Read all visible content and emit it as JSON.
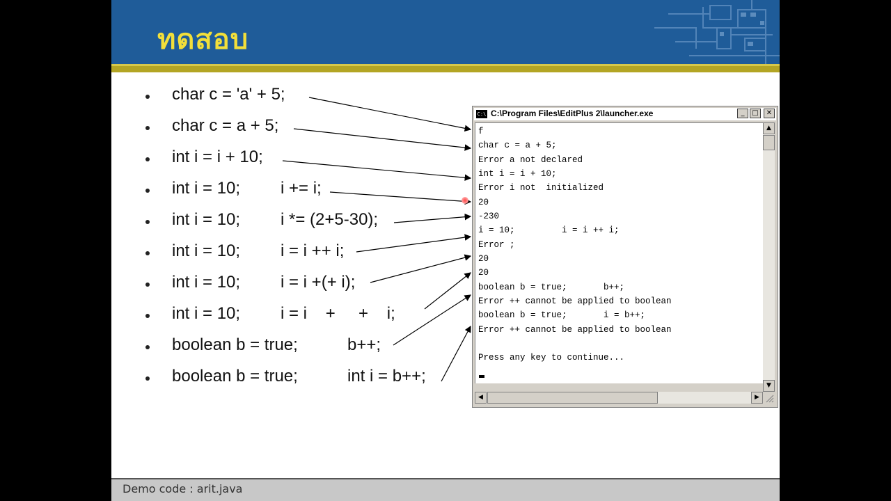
{
  "slide": {
    "title": "ทดสอบ",
    "footer": "Demo code : arit.java"
  },
  "bullets": [
    {
      "left": "char c = 'a' + 5;",
      "right": ""
    },
    {
      "left": "char c = a + 5;",
      "right": ""
    },
    {
      "left": "int i = i + 10;",
      "right": ""
    },
    {
      "left": "int i = 10;",
      "right": "i += i;"
    },
    {
      "left": "int i = 10;",
      "right": "i *= (2+5-30);"
    },
    {
      "left": "int i = 10;",
      "right": "i = i ++ i;"
    },
    {
      "left": "int i = 10;",
      "right": "i = i +(+ i);"
    },
    {
      "left": "int i = 10;",
      "right": "i = i    +     +    i;"
    },
    {
      "left": "boolean b = true;",
      "right": "b++;"
    },
    {
      "left": "boolean b = true;",
      "right": "int i = b++;"
    }
  ],
  "console": {
    "title": "C:\\Program Files\\EditPlus 2\\launcher.exe",
    "icon_label": "C:\\",
    "buttons": {
      "minimize": "_",
      "maximize": "□",
      "close": "✕"
    },
    "lines": [
      "f",
      "char c = a + 5;",
      "Error a not declared",
      "int i = i + 10;",
      "Error i not  initialized",
      "20",
      "-230",
      "i = 10;         i = i ++ i;",
      "Error ;",
      "20",
      "20",
      "boolean b = true;       b++;",
      "Error ++ cannot be applied to boolean",
      "boolean b = true;       i = b++;",
      "Error ++ cannot be applied to boolean",
      "",
      "Press any key to continue..."
    ]
  },
  "icons": {
    "console_icon": "console-icon",
    "scroll_up": "arrow-up-icon",
    "scroll_down": "arrow-down-icon",
    "scroll_left": "arrow-left-icon",
    "scroll_right": "arrow-right-icon"
  },
  "colors": {
    "header": "#1f5c99",
    "title": "#f2df3a",
    "stripe": "#b3a524"
  }
}
